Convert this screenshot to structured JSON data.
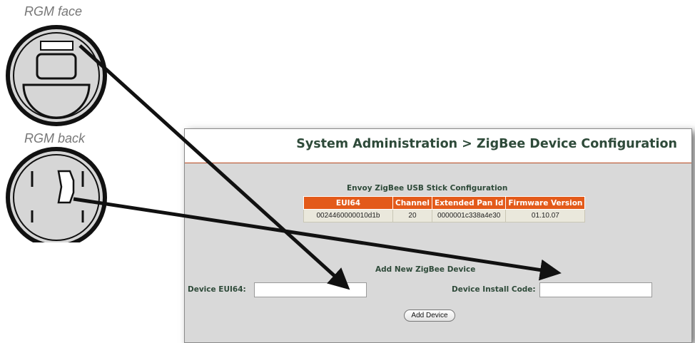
{
  "captions": {
    "face": "RGM face",
    "back": "RGM back"
  },
  "page": {
    "title": "System Administration >  ZigBee Device Configuration"
  },
  "stick": {
    "title": "Envoy ZigBee USB Stick Configuration",
    "columns": [
      "EUI64",
      "Channel",
      "Extended Pan Id",
      "Firmware Version"
    ],
    "row": [
      "0024460000010d1b",
      "20",
      "0000001c338a4e30",
      "01.10.07"
    ]
  },
  "add_device": {
    "title": "Add New ZigBee Device",
    "eui_label": "Device EUI64:",
    "eui_value": "",
    "code_label": "Device Install Code:",
    "code_value": "",
    "button_label": "Add Device"
  },
  "colors": {
    "header_orange": "#e35a1a",
    "title_green": "#2e4a39",
    "header_rule": "#b7471f",
    "body_gray": "#d9d9d9",
    "cell_beige": "#eae8dc"
  },
  "icons": {
    "rgm_face": "rgm-face-icon",
    "rgm_back": "rgm-back-icon",
    "arrow": "arrow-icon"
  }
}
